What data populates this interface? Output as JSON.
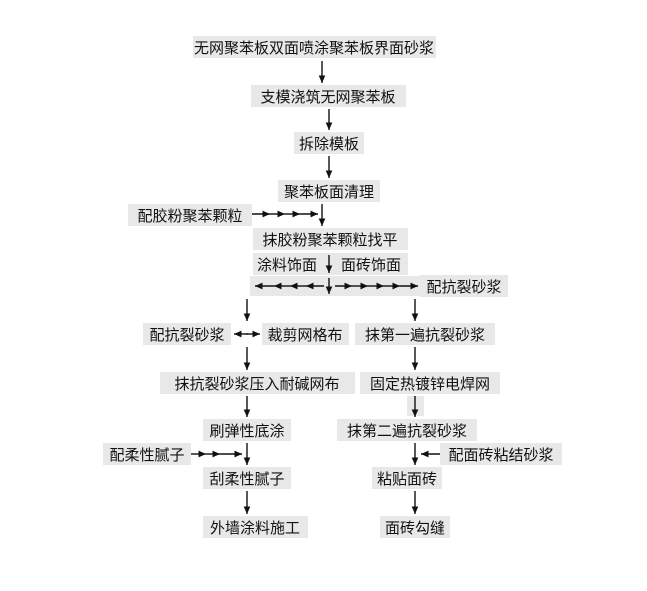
{
  "colors": {
    "text": "#111111",
    "label_background": "#e8e8e8",
    "background": "#ffffff"
  },
  "steps": {
    "s1": "无网聚苯板双面喷涂聚苯板界面砂浆",
    "s2": "支模浇筑无网聚苯板",
    "s3": "拆除模板",
    "s4": "聚苯板面清理",
    "s5_input": "配胶粉聚苯颗粒",
    "s5": "抹胶粉聚苯颗粒找平",
    "branch_left": "涂料饰面",
    "branch_right": "面砖饰面",
    "input_crack_mortar_right": "配抗裂砂浆",
    "left": {
      "input_crack_mortar": "配抗裂砂浆",
      "cut_mesh": "裁剪网格布",
      "press_mesh": "抹抗裂砂浆压入耐碱网布",
      "elastic_primer": "刷弹性底涂",
      "input_putty": "配柔性腻子",
      "scrape_putty": "刮柔性腻子",
      "paint": "外墙涂料施工"
    },
    "right": {
      "first_coat": "抹第一遍抗裂砂浆",
      "fix_mesh": "固定热镀锌电焊网",
      "second_coat": "抹第二遍抗裂砂浆",
      "input_tile_mortar": "配面砖粘结砂浆",
      "tile": "粘贴面砖",
      "joint": "面砖勾缝"
    }
  }
}
